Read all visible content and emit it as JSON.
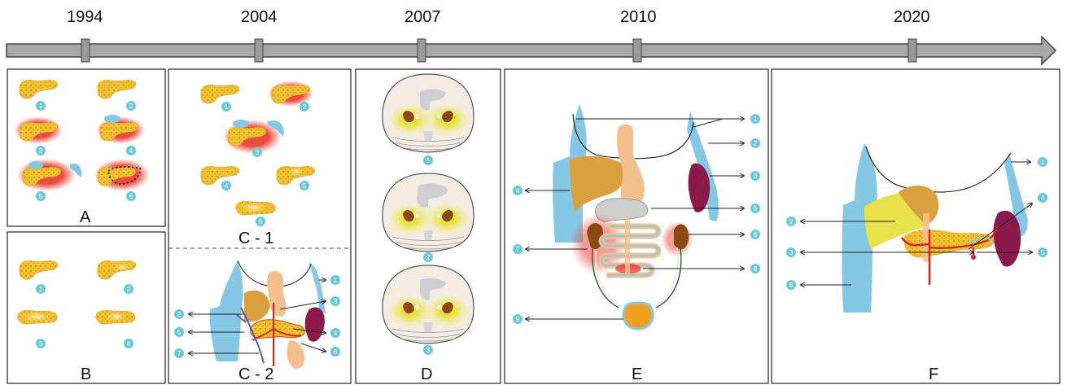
{
  "timeline": {
    "years": [
      "1994",
      "2004",
      "2007",
      "2010",
      "2020"
    ]
  },
  "panels": {
    "A": {
      "label": "A",
      "numbers": [
        "1",
        "2",
        "3",
        "4",
        "5",
        "6"
      ]
    },
    "B": {
      "label": "B",
      "numbers": [
        "1",
        "2",
        "3",
        "4"
      ]
    },
    "C1": {
      "label": "C - 1",
      "numbers": [
        "1",
        "2",
        "3",
        "4",
        "5",
        "6"
      ]
    },
    "C2": {
      "label": "C - 2",
      "numbers": [
        "1",
        "2",
        "3",
        "4",
        "5",
        "6",
        "7"
      ]
    },
    "D": {
      "label": "D",
      "numbers": [
        "1",
        "2",
        "3"
      ]
    },
    "E": {
      "label": "E",
      "numbers": [
        "1",
        "2",
        "3",
        "4",
        "5",
        "6",
        "7",
        "8",
        "9"
      ]
    },
    "F": {
      "label": "F",
      "numbers": [
        "1",
        "2",
        "3",
        "4",
        "5",
        "6"
      ]
    }
  },
  "colors": {
    "pancreas": "#f2c233",
    "pancreas_dot": "#b8860b",
    "inflammation": "#e8372a",
    "fluid": "#87c7e6",
    "badge": "#6cc7d6",
    "spleen": "#8b1a4a",
    "liver": "#d9a040",
    "stomach": "#f5c08f",
    "vessel": "#d42a1a",
    "vein": "#4a5cc8",
    "kidney": "#8b4a14",
    "axis": "#9a9a9a"
  }
}
